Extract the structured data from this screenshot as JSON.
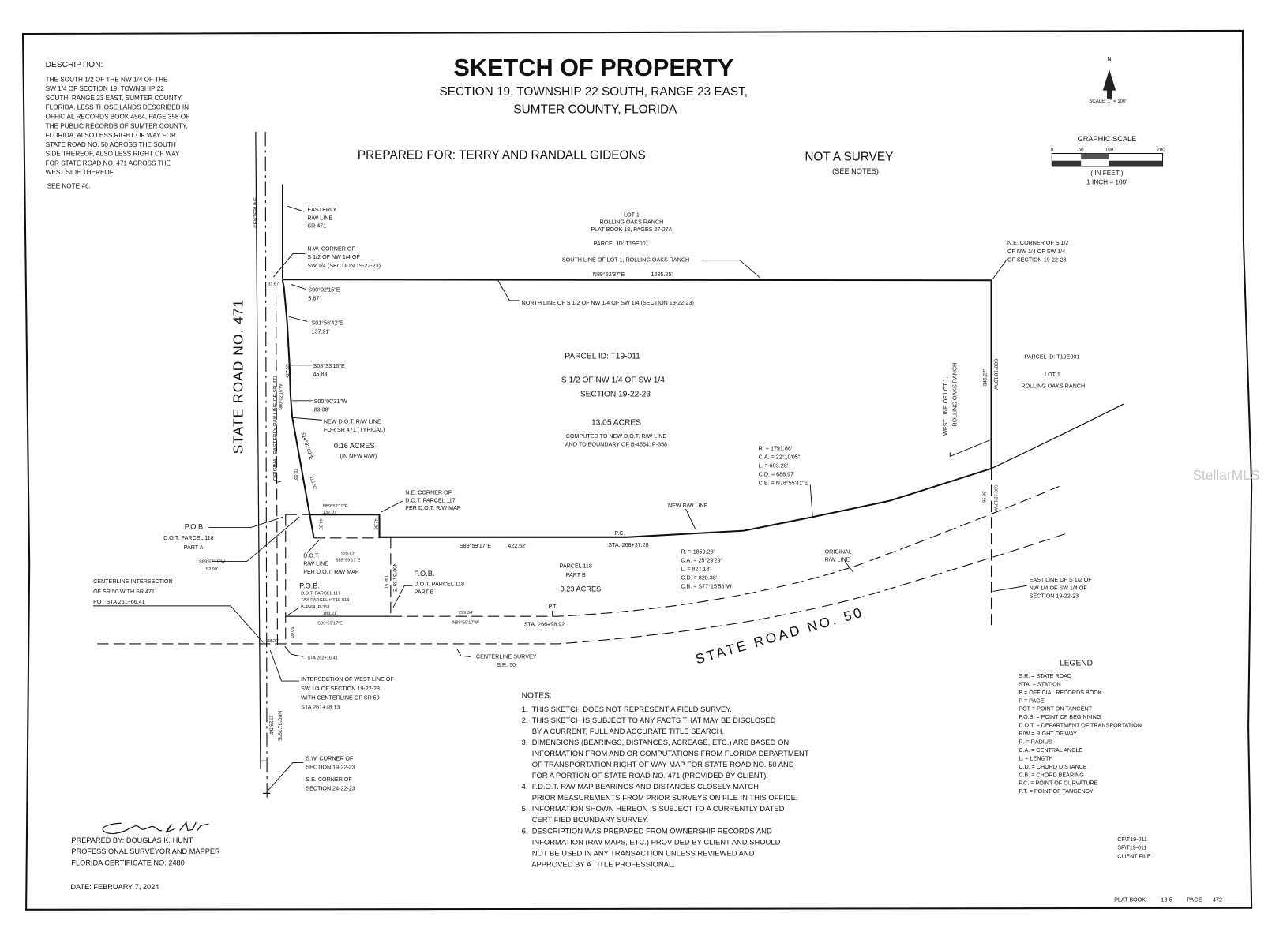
{
  "title": {
    "main": "SKETCH OF PROPERTY",
    "line1": "SECTION 19, TOWNSHIP 22 SOUTH, RANGE 23 EAST,",
    "line2": "SUMTER COUNTY, FLORIDA"
  },
  "prepared_for": "PREPARED FOR: TERRY AND RANDALL GIDEONS",
  "not_a_survey": "NOT A SURVEY",
  "see_notes": "(SEE NOTES)",
  "description": {
    "heading": "DESCRIPTION:",
    "lines": [
      "THE SOUTH 1/2 OF THE NW 1/4 OF THE",
      "SW 1/4 OF SECTION 19, TOWNSHIP 22",
      "SOUTH, RANGE 23 EAST, SUMTER COUNTY,",
      "FLORIDA, LESS THOSE LANDS DESCRIBED IN",
      "OFFICIAL RECORDS BOOK 4564, PAGE 358 OF",
      "THE PUBLIC RECORDS OF SUMTER COUNTY,",
      "FLORIDA, ALSO LESS RIGHT OF WAY FOR",
      "STATE ROAD NO. 50 ACROSS THE SOUTH",
      "SIDE THEREOF, ALSO LESS RIGHT OF WAY",
      "FOR STATE ROAD NO. 471 ACROSS THE",
      "WEST SIDE THEREOF."
    ],
    "see_note": "SEE NOTE #6."
  },
  "north_arrow": {
    "label": "N",
    "scale": "SCALE: 1\" = 100'"
  },
  "graphic_scale": {
    "title": "GRAPHIC SCALE",
    "ticks": [
      "0",
      "50",
      "100",
      "200"
    ],
    "units": "( IN FEET )",
    "ratio": "1 INCH = 100'"
  },
  "roads": {
    "sr471": "STATE ROAD NO. 471",
    "sr50": "STATE ROAD NO. 50",
    "centerline": "CENTERLINE"
  },
  "labels": {
    "easterly_rw": [
      "EASTERLY",
      "R/W LINE",
      "SR 471"
    ],
    "nw_corner": [
      "N.W. CORNER OF",
      "S 1/2 OF NW 1/4 OF",
      "SW 1/4 (SECTION 19-22-23)"
    ],
    "lot1_top": [
      "LOT 1",
      "ROLLING OAKS RANCH",
      "PLAT BOOK 18, PAGES 27-27A"
    ],
    "lot1_top_parcel": "PARCEL ID: T19E001",
    "south_line_lot1": "SOUTH LINE OF LOT 1, ROLLING OAKS RANCH",
    "north_bearing": "N89°52'37\"E",
    "north_distance": "1285.25'",
    "ne_corner": [
      "N.E. CORNER OF S 1/2",
      "OF NW 1/4 OF SW 1/4",
      "OF SECTION 19-22-23"
    ],
    "nw_offset": "31.67'",
    "north_line": "NORTH LINE OF S 1/2 OF NW 1/4 OF SW 1/4 (SECTION 19-22-23)",
    "w1": [
      "S00°02'15\"E",
      "5.67'"
    ],
    "w2": [
      "S01°56'42\"E",
      "137.91'"
    ],
    "w3": [
      "S08°33'15\"E",
      "45.83'"
    ],
    "w4": [
      "S00°00'31\"W",
      "83.08'"
    ],
    "new_dot_rw": [
      "NEW D.O.T. R/W LINE",
      "FOR SR 471 (TYPICAL)"
    ],
    "new_rw_acres": "0.16 ACRES",
    "new_rw_note": "(IN NEW R/W)",
    "orig_easterly": "ORIGINAL EASTERLY R/W LINE OF SR 471",
    "orig_easterly_bearing": "N00°02'15\"W",
    "orig_easterly_dist": "427.53'",
    "slant_bearing": "S14°32'03\"E",
    "slant_dist1": "116.50'",
    "slant_dist2": "78.53'",
    "parcel_main": {
      "id": "PARCEL ID: T19-011",
      "desc": "S 1/2 OF NW 1/4 OF SW 1/4",
      "section": "SECTION 19-22-23",
      "acres": "13.05 ACRES",
      "computed": [
        "COMPUTED TO NEW D.O.T. R/W LINE",
        "AND TO BOUNDARY OF B-4564, P-358"
      ]
    },
    "curve1": [
      "R. = 1791.86'",
      "C.A. = 22°10'05\"",
      "L. = 693.28'",
      "C.D. = 688.97'",
      "C.B. = N78°55'41\"E"
    ],
    "new_rw_line": "NEW R/W LINE",
    "pc": "P.C.",
    "pc_sta": "STA. 268+37.28",
    "south_bearing": "S89°59'17\"E",
    "south_distance": "422.52'",
    "ne_corner_117": [
      "N.E. CORNER OF",
      "D.O.T. PARCEL 117",
      "PER D.O.T. R/W MAP"
    ],
    "p117_north": [
      "N89°52'19\"E",
      "132.07'"
    ],
    "p117_west": "44.83'",
    "p117_east": "42.96'",
    "pob_a": [
      "P.O.B.",
      "D.O.T. PARCEL 118",
      "PART A"
    ],
    "pob_a_call": [
      "S89°52'19\"W",
      "52.99'"
    ],
    "dot_rw": [
      "D.O.T.",
      "R/W LINE",
      "PER D.O.T. R/W MAP"
    ],
    "p117_south": [
      "120.62'",
      "S89°59'17\"E"
    ],
    "parcel_118b": [
      "PARCEL 118",
      "PART B"
    ],
    "parcel_118b_acres": "3.23 ACRES",
    "curve2": [
      "R. = 1859.23'",
      "C.A. = 25°29'29\"",
      "L. = 827.18'",
      "C.D. = 820.38'",
      "C.B. = S77°15'58\"W"
    ],
    "original_rw": [
      "ORIGINAL",
      "R/W LINE"
    ],
    "pob_b": [
      "P.O.B.",
      "D.O.T. PARCEL 118",
      "PART B"
    ],
    "b_east_bearing": "N00°31'39\"E",
    "b_east_dist": "146.51'",
    "cl_intersection": [
      "CENTERLINE INTERSECTION",
      "OF SR 50 WITH SR 471",
      "POT STA 261+66.41"
    ],
    "pob_117": "P.O.B.",
    "pob_117_detail": [
      "D.O.T. PARCEL 117",
      "TAX PARCEL # T19-013",
      "B-4564, P-358"
    ],
    "p117_bottom": [
      "183.21'",
      "S89°59'17\"E"
    ],
    "b_south": [
      "299.34'",
      "N89°59'17\"W"
    ],
    "pt": "P.T.",
    "pt_sta": "STA. 266+98.92",
    "offset_38": "38.29'",
    "offset_50": "50.00'",
    "sta_262": "STA 262+16.41",
    "centerline_survey": [
      "CENTERLINE SURVEY",
      "S.R. 50"
    ],
    "intersection_west": [
      "INTERSECTION OF WEST LINE OF",
      "SW 1/4 OF SECTION 19-22-23",
      "WITH CENTERLINE OF SR 50",
      "STA 261+78.13"
    ],
    "sec_line_dist": "1328.54'",
    "sec_line_bearing": "N00°31'39\"E",
    "sw_corner": [
      "S.W. CORNER OF",
      "SECTION 19-22-23",
      "S.E. CORNER OF",
      "SECTION 24-22-23"
    ],
    "right_parcel": [
      "PARCEL ID: T19E001",
      "LOT 1",
      "ROLLING OAKS RANCH"
    ],
    "west_line_lot1": [
      "WEST LINE OF LOT 1,",
      "ROLLING OAKS RANCH"
    ],
    "east_dist": "346.27'",
    "east_bearing": "S00°18'13\"W",
    "east_dist2": "95.96'",
    "east_bearing2": "S00°18'13\"W",
    "east_line": [
      "EAST LINE OF S 1/2 OF",
      "NW 1/4 OF SW 1/4 OF",
      "SECTION 19-22-23"
    ]
  },
  "notes": {
    "heading": "NOTES:",
    "lines": [
      "1.  THIS SKETCH DOES NOT REPRESENT A FIELD SURVEY.",
      "2.  THIS SKETCH IS SUBJECT TO ANY FACTS THAT MAY BE DISCLOSED",
      "     BY A CURRENT, FULL AND ACCURATE TITLE SEARCH.",
      "3.  DIMENSIONS (BEARINGS, DISTANCES, ACREAGE, ETC.) ARE BASED ON",
      "     INFORMATION FROM AND OR COMPUTATIONS FROM FLORIDA DEPARTMENT",
      "     OF TRANSPORTATION RIGHT OF WAY MAP FOR STATE ROAD NO. 50 AND",
      "     FOR A PORTION OF STATE ROAD NO. 471 (PROVIDED BY CLIENT).",
      "4.  F.D.O.T. R/W MAP BEARINGS AND DISTANCES CLOSELY MATCH",
      "     PRIOR MEASUREMENTS FROM PRIOR SURVEYS ON FILE IN THIS OFFICE.",
      "5.  INFORMATION SHOWN HEREON IS SUBJECT TO A CURRENTLY DATED",
      "     CERTIFIED BOUNDARY SURVEY.",
      "6.  DESCRIPTION WAS PREPARED FROM OWNERSHIP RECORDS AND",
      "     INFORMATION (R/W MAPS, ETC.) PROVIDED BY CLIENT AND SHOULD",
      "     NOT BE USED IN ANY TRANSACTION UNLESS REVIEWED AND",
      "     APPROVED BY A TITLE PROFESSIONAL."
    ]
  },
  "legend": {
    "heading": "LEGEND",
    "items": [
      "S.R. = STATE ROAD",
      "STA. = STATION",
      "B = OFFICIAL RECORDS BOOK",
      "P = PAGE",
      "POT = POINT ON TANGENT",
      "P.O.B. = POINT OF BEGINNING",
      "D.O.T. = DEPARTMENT OF TRANSPORTATION",
      "R/W = RIGHT OF WAY",
      "R. = RADIUS",
      "C.A. = CENTRAL ANGLE",
      "L. = LENGTH",
      "C.D. = CHORD DISTANCE",
      "C.B. = CHORD BEARING",
      "P.C. = POINT OF CURVATURE",
      "P.T. = POINT OF TANGENCY"
    ]
  },
  "file_refs": [
    "CF\\T19-011",
    "SF\\T19-011",
    "CLIENT FILE"
  ],
  "preparer": [
    "PREPARED BY: DOUGLAS K. HUNT",
    "PROFESSIONAL SURVEYOR AND MAPPER",
    "FLORIDA CERTIFICATE NO. 2480"
  ],
  "date": "DATE: FEBRUARY 7, 2024",
  "plat_book": {
    "label": "PLAT BOOK",
    "book": "18-5",
    "page_label": "PAGE",
    "page": "472"
  },
  "watermark": "StellarMLS"
}
